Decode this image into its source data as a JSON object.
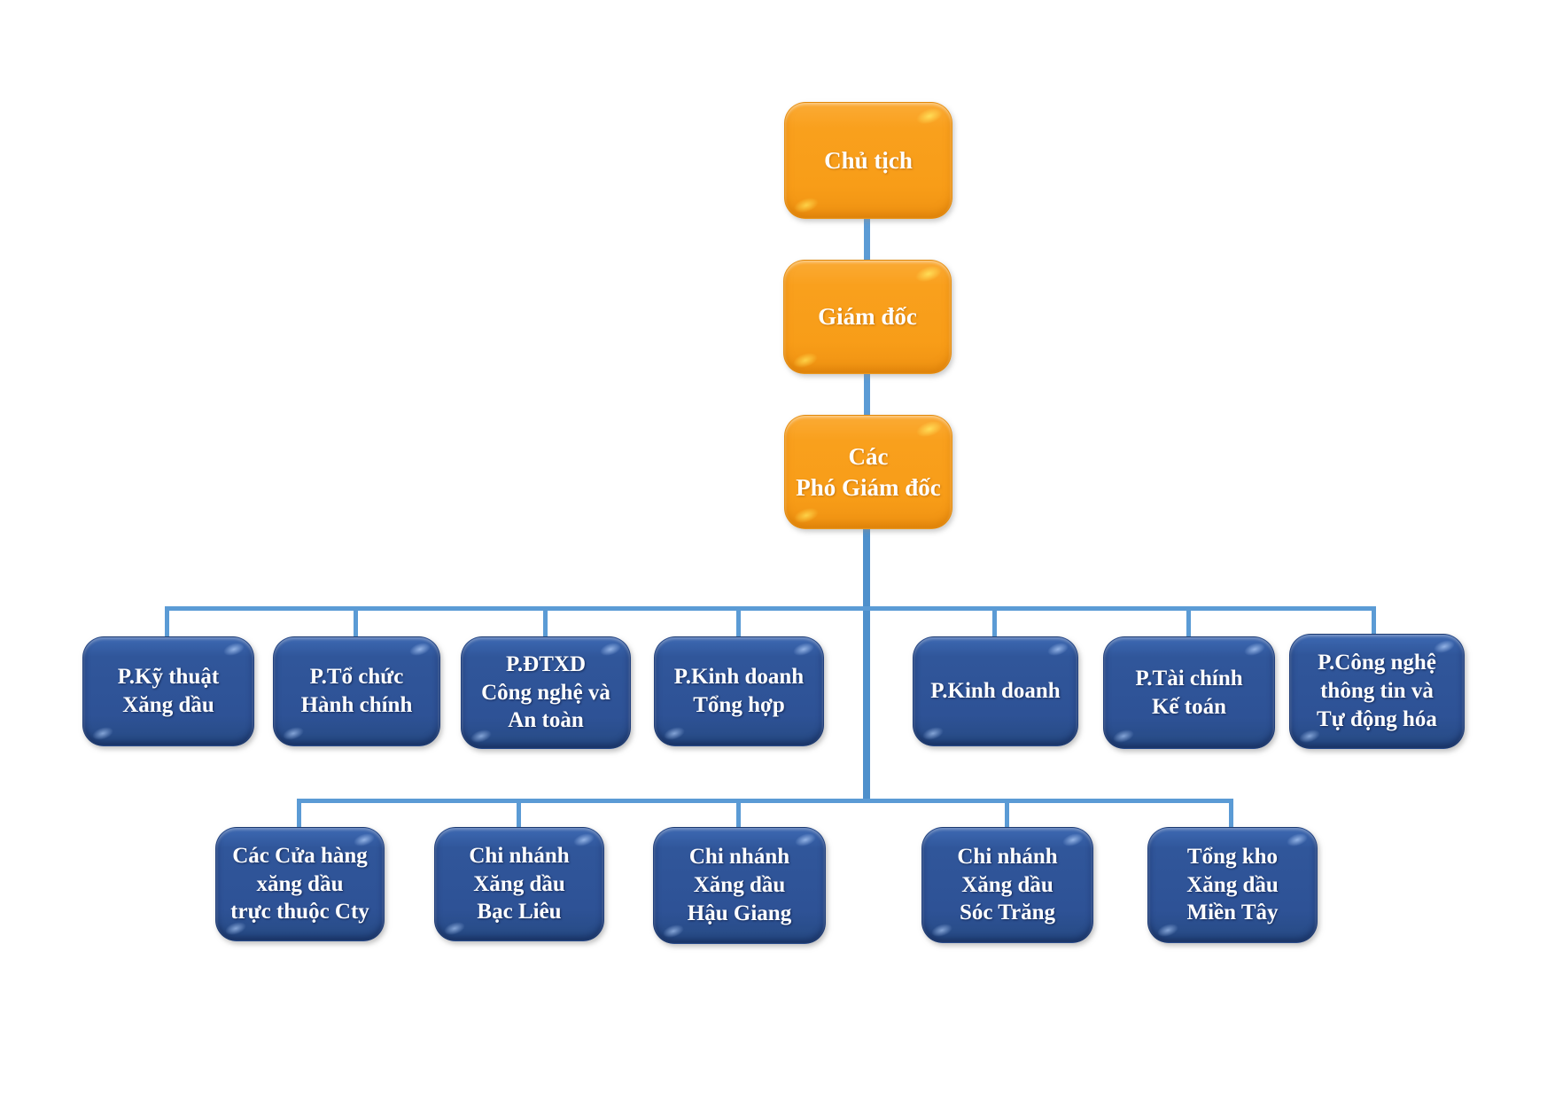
{
  "diagram": {
    "type": "org-chart",
    "chain": [
      {
        "id": "chu-tich",
        "lines": [
          "Chủ tịch"
        ]
      },
      {
        "id": "giam-doc",
        "lines": [
          "Giám đốc"
        ]
      },
      {
        "id": "pho-giam-doc",
        "lines": [
          "Các",
          "Phó Giám đốc"
        ]
      }
    ],
    "departments": [
      {
        "id": "p-ky-thuat-xang-dau",
        "lines": [
          "P.Kỹ thuật",
          "Xăng dầu"
        ]
      },
      {
        "id": "p-to-chuc-hanh-chinh",
        "lines": [
          "P.Tổ chức",
          "Hành chính"
        ]
      },
      {
        "id": "p-dtxd-cong-nghe-an-toan",
        "lines": [
          "P.ĐTXD",
          "Công nghệ và",
          "An toàn"
        ]
      },
      {
        "id": "p-kinh-doanh-tong-hop",
        "lines": [
          "P.Kinh doanh",
          "Tổng hợp"
        ]
      },
      {
        "id": "p-kinh-doanh",
        "lines": [
          "P.Kinh doanh"
        ]
      },
      {
        "id": "p-tai-chinh-ke-toan",
        "lines": [
          "P.Tài chính",
          "Kế toán"
        ]
      },
      {
        "id": "p-cong-nghe-tt-tdh",
        "lines": [
          "P.Công nghệ",
          "thông tin và",
          "Tự động hóa"
        ]
      }
    ],
    "branches": [
      {
        "id": "cua-hang-xang-dau-cty",
        "lines": [
          "Các Cửa hàng",
          "xăng dầu",
          "trực thuộc Cty"
        ]
      },
      {
        "id": "chi-nhanh-bac-lieu",
        "lines": [
          "Chi nhánh",
          "Xăng dầu",
          "Bạc Liêu"
        ]
      },
      {
        "id": "chi-nhanh-hau-giang",
        "lines": [
          "Chi nhánh",
          "Xăng dầu",
          "Hậu Giang"
        ]
      },
      {
        "id": "chi-nhanh-soc-trang",
        "lines": [
          "Chi nhánh",
          "Xăng dầu",
          "Sóc Trăng"
        ]
      },
      {
        "id": "tong-kho-mien-tay",
        "lines": [
          "Tổng kho",
          "Xăng dầu",
          "Miền Tây"
        ]
      }
    ]
  },
  "colors": {
    "executive_fill": "#F9A01D",
    "department_fill": "#2E5296",
    "connector": "#5B9BD5",
    "label_text": "#FFFFFF",
    "background": "#FFFFFF"
  }
}
